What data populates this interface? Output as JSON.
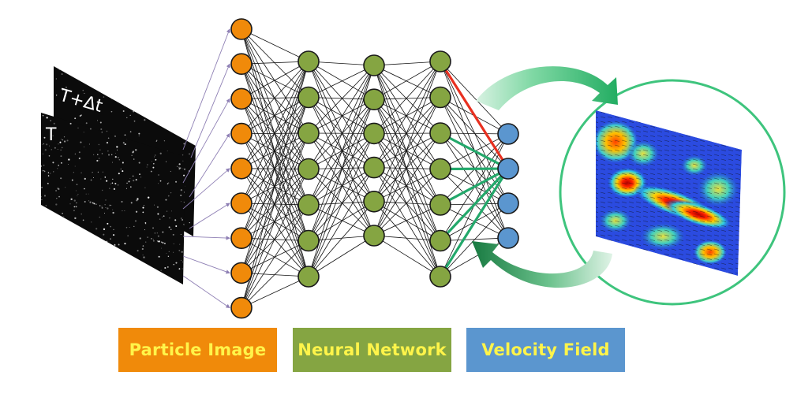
{
  "frames": {
    "front_label": "T",
    "back_label": "T+Δt"
  },
  "labels": {
    "particle_image": "Particle Image",
    "neural_network": "Neural Network",
    "velocity_field": "Velocity Field"
  },
  "network": {
    "layers": [
      9,
      7,
      6,
      7,
      4
    ],
    "roles": [
      "input",
      "hidden",
      "hidden",
      "hidden",
      "output"
    ]
  },
  "colors": {
    "input_node": "#f08a0a",
    "hidden_node": "#85a542",
    "output_node": "#5b96cf",
    "node_stroke": "#1a1a1a",
    "edge": "#111111",
    "frame_arrow": "#8e7fb4",
    "highlight_red": "#e83020",
    "highlight_green": "#23a86b",
    "ring": "#3ec47d",
    "arrow_top": "#3bbf74",
    "arrow_bottom": "#1f8f4c",
    "label_bg_particle": "#f08a0a",
    "label_bg_neural": "#85a542",
    "label_bg_velocity": "#5b96cf",
    "label_text": "#fff44a"
  }
}
